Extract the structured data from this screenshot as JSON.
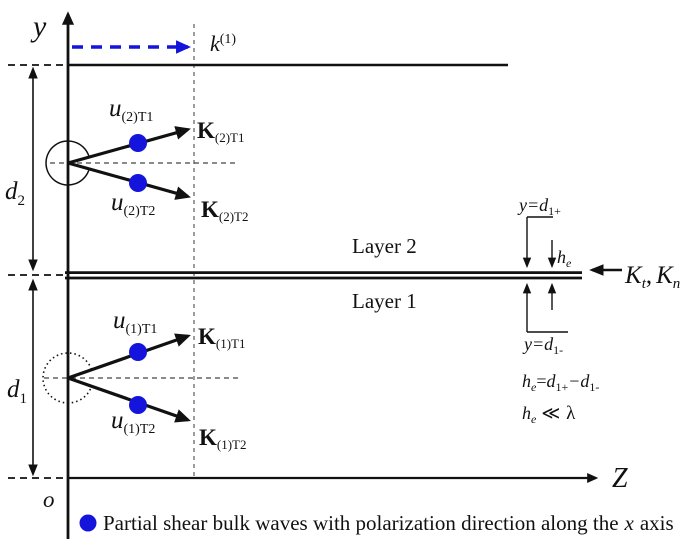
{
  "colors": {
    "accent_blue": "#1414dd",
    "ink": "#111111"
  },
  "axes": {
    "y_label": "y",
    "z_label": "Z",
    "origin_label": "o"
  },
  "incident_wave": {
    "main": "k",
    "sup": "(1)"
  },
  "layers": {
    "layer2_label": "Layer 2",
    "layer1_label": "Layer 1"
  },
  "dims": {
    "d2_main": "d",
    "d2_sub": "2",
    "d1_main": "d",
    "d1_sub": "1"
  },
  "fan2": {
    "u1_main": "u",
    "u1_sub": "(2)T1",
    "k1_main": "K",
    "k1_sub": "(2)T1",
    "u2_main": "u",
    "u2_sub": "(2)T2",
    "k2_main": "K",
    "k2_sub": "(2)T2"
  },
  "fan1": {
    "u1_main": "u",
    "u1_sub": "(1)T1",
    "k1_main": "K",
    "k1_sub": "(1)T1",
    "u2_main": "u",
    "u2_sub": "(1)T2",
    "k2_main": "K",
    "k2_sub": "(1)T2"
  },
  "right": {
    "yd1p_pre": "y=",
    "yd1p_main": "d",
    "yd1p_sub": "1+",
    "yd1m_pre": "y=",
    "yd1m_main": "d",
    "yd1m_sub": "1-",
    "he_main": "h",
    "he_sub": "e",
    "ktn_k1": "K",
    "ktn_s1": "t",
    "ktn_sep": ",",
    "ktn_k2": "K",
    "ktn_s2": "n",
    "eq1_h": "h",
    "eq1_he": "e",
    "eq1_eq": "=",
    "eq1_d1": "d",
    "eq1_s1": "1+",
    "eq1_minus": "−",
    "eq1_d2": "d",
    "eq1_s2": "1-",
    "eq2_h": "h",
    "eq2_he": "e",
    "eq2_rel": "≪",
    "eq2_lambda": "λ"
  },
  "legend": {
    "before": "Partial shear bulk waves with polarization direction along the",
    "italic_word": "x",
    "after": "axis"
  }
}
